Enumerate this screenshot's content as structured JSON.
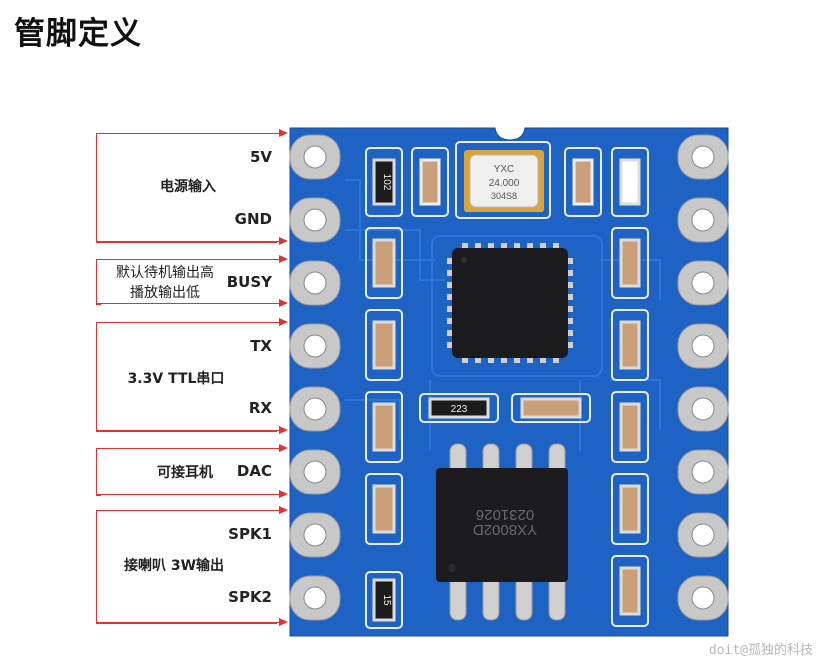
{
  "title": "管脚定义",
  "pins": [
    {
      "label": "5V"
    },
    {
      "label": "GND"
    },
    {
      "label": "BUSY"
    },
    {
      "label": "TX"
    },
    {
      "label": "RX"
    },
    {
      "label": "DAC"
    },
    {
      "label": "SPK1"
    },
    {
      "label": "SPK2"
    }
  ],
  "groups": [
    {
      "label": "电源输入"
    },
    {
      "label_line1": "默认待机输出高",
      "label_line2": "播放输出低"
    },
    {
      "label": "3.3V TTL串口"
    },
    {
      "label": "可接耳机"
    },
    {
      "label": "接喇叭 3W输出"
    }
  ],
  "board": {
    "crystal_line1": "YXC",
    "crystal_line2": "24.000",
    "crystal_line3": "304S8",
    "resistor_102": "102",
    "resistor_223": "223",
    "resistor_15": "15",
    "amp_line1": "0231026",
    "amp_line2": "YX8002D"
  },
  "watermark": "doit@孤独的科技",
  "colors": {
    "board": "#1f63c6",
    "arrow": "#dd3333"
  }
}
